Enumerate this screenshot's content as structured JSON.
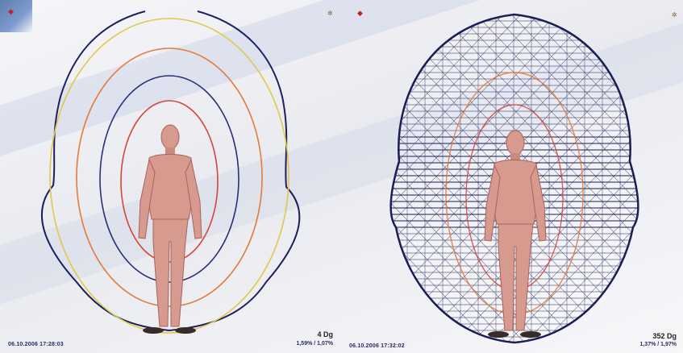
{
  "panels": [
    {
      "id": "left",
      "timestamp": "06.10.2006 17:28:03",
      "angle": "4 Dg",
      "percent": "1,59% / 1,07%"
    },
    {
      "id": "right",
      "timestamp": "06.10.2006 17:32:02",
      "angle": "352 Dg",
      "percent": "1,37% / 1,97%"
    }
  ],
  "colors": {
    "outer_contour": "#1d1f5e",
    "yellow_ring": "#e0c84a",
    "orange_ring": "#e57a3a",
    "red_ring": "#d8443a",
    "navy_ring": "#2b2f7a",
    "mesh": "#1b1d55",
    "figure_skin": "#d79a8f",
    "figure_shadow": "#a9625c"
  },
  "icons": {
    "top_markers": [
      "marker-red-icon",
      "marker-gear-icon",
      "marker-red-icon",
      "marker-gear-icon"
    ]
  }
}
